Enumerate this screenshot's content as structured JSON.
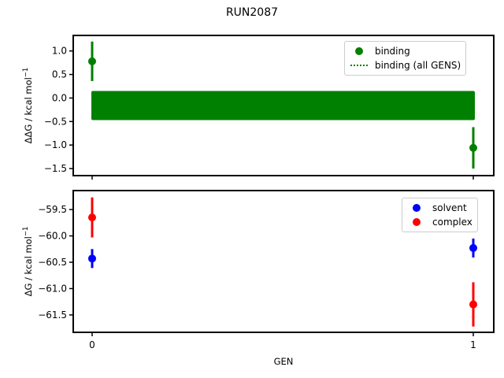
{
  "figure": {
    "title": "RUN2087"
  },
  "chart_data": [
    {
      "type": "scatter",
      "panel": "top",
      "title": "RUN2087",
      "xlabel": "",
      "ylabel": "ΔΔG / kcal mol⁻¹",
      "ylim": [
        -1.65,
        1.33
      ],
      "yticks": [
        1.0,
        0.5,
        0.0,
        -0.5,
        -1.0,
        -1.5
      ],
      "ytick_labels": [
        "1.0",
        "0.5",
        "0.0",
        "−0.5",
        "−1.0",
        "−1.5"
      ],
      "x": [
        0,
        1
      ],
      "series": [
        {
          "name": "binding",
          "color": "#008000",
          "values": [
            0.78,
            -1.06
          ],
          "errors": [
            0.42,
            0.44
          ]
        },
        {
          "name": "binding (all GENS)",
          "color": "#008000",
          "style": "dotted",
          "mean": -0.16,
          "band": [
            -0.47,
            0.15
          ]
        }
      ],
      "legend": {
        "position": "upper right",
        "entries": [
          "binding",
          "binding (all GENS)"
        ]
      },
      "grid": false
    },
    {
      "type": "scatter",
      "panel": "bottom",
      "xlabel": "GEN",
      "ylabel": "ΔG / kcal mol⁻¹",
      "ylim": [
        -61.83,
        -59.14
      ],
      "yticks": [
        -59.5,
        -60.0,
        -60.5,
        -61.0,
        -61.5
      ],
      "ytick_labels": [
        "−59.5",
        "−60.0",
        "−60.5",
        "−61.0",
        "−61.5"
      ],
      "x": [
        0,
        1
      ],
      "xticks": [
        "0",
        "1"
      ],
      "series": [
        {
          "name": "solvent",
          "color": "#0000ff",
          "values": [
            -60.43,
            -60.23
          ],
          "errors": [
            0.18,
            0.18
          ]
        },
        {
          "name": "complex",
          "color": "#ff0000",
          "values": [
            -59.65,
            -61.3
          ],
          "errors": [
            0.38,
            0.42
          ]
        }
      ],
      "legend": {
        "position": "upper right",
        "entries": [
          "solvent",
          "complex"
        ]
      },
      "grid": false
    }
  ],
  "labels": {
    "top_ylabel": "ΔΔG / kcal mol",
    "bottom_ylabel": "ΔG / kcal mol",
    "exp": "−1",
    "xlabel": "GEN",
    "legend_top": [
      "binding",
      "binding (all GENS)"
    ],
    "legend_bottom": [
      "solvent",
      "complex"
    ]
  }
}
